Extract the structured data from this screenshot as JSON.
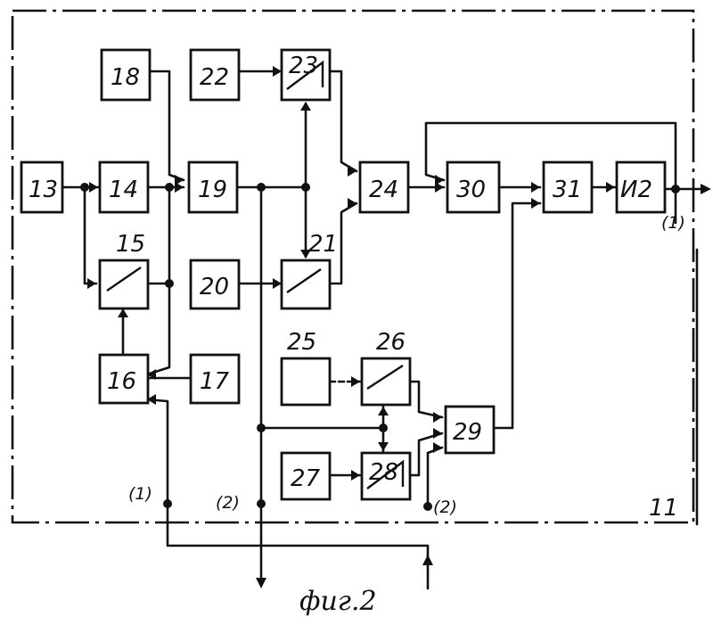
{
  "blocks": {
    "b11": "11",
    "b13": "13",
    "b14": "14",
    "b15": "15",
    "b16": "16",
    "b17": "17",
    "b18": "18",
    "b19": "19",
    "b20": "20",
    "b21": "21",
    "b22": "22",
    "b23": "23",
    "b24": "24",
    "b25": "25",
    "b26": "26",
    "b27": "27",
    "b28": "28",
    "b29": "29",
    "b30": "30",
    "b31": "31",
    "b32": "И2"
  },
  "ports": {
    "out_right": "(1)",
    "bottom_1": "(1)",
    "bottom_2a": "(2)",
    "bottom_2b": "(2)"
  },
  "caption": "фиг.2"
}
